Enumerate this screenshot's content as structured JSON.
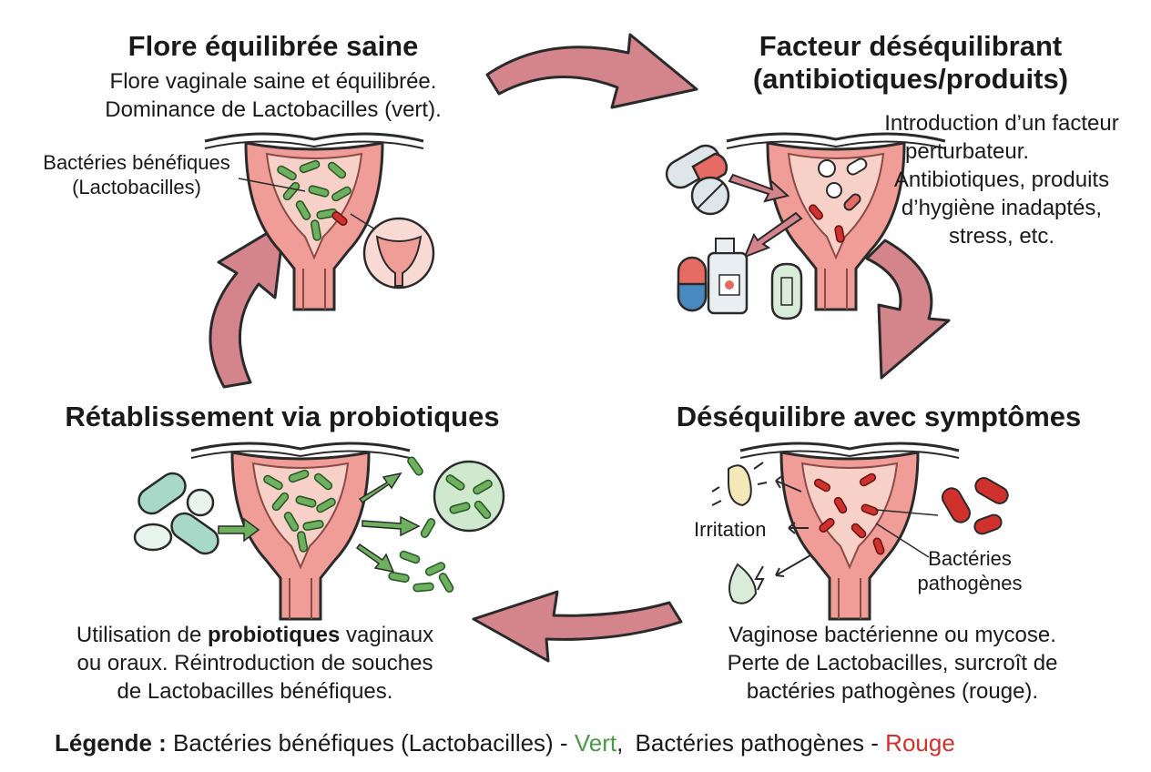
{
  "stages": {
    "healthy": {
      "title": "Flore équilibrée saine",
      "desc_lines": [
        "Flore vaginale saine et équilibrée.",
        "Dominance de Lactobacilles (vert)."
      ],
      "callout_lines": [
        "Bactéries bénéfiques",
        "(Lactobacilles)"
      ]
    },
    "disrupting": {
      "title_lines": [
        "Facteur déséquilibrant",
        "(antibiotiques/produits)"
      ],
      "desc_lines": [
        "Introduction d’un facteur",
        "perturbateur.",
        "Antibiotiques, produits",
        "d’hygiène inadaptés,",
        "stress, etc."
      ]
    },
    "imbalance": {
      "title": "Déséquilibre avec symptômes",
      "irritation_label": "Irritation",
      "pathogen_callout_lines": [
        "Bactéries",
        "pathogènes"
      ],
      "desc_lines": [
        "Vaginose bactérienne ou mycose.",
        "Perte de Lactobacilles, surcroît de",
        "bactéries pathogènes (rouge)."
      ]
    },
    "recovery": {
      "title": "Rétablissement via probiotiques",
      "desc_line1_pre": "Utilisation de ",
      "desc_line1_bold": "probiotiques",
      "desc_line1_post": " vaginaux",
      "desc_line2": "ou oraux. Réintroduction de souches",
      "desc_line3": "de Lactobacilles bénéfiques."
    }
  },
  "legend": {
    "label": "Légende :",
    "beneficial": "Bactéries bénéfiques (Lactobacilles) -",
    "beneficial_color_word": "Vert",
    "separator": ",",
    "pathogenic": "Bactéries pathogènes -",
    "pathogenic_color_word": "Rouge"
  },
  "colors": {
    "green": "#4a9a4a",
    "red": "#d0312d",
    "arrow": "#d4858c",
    "uterus": "#ef9d96"
  }
}
